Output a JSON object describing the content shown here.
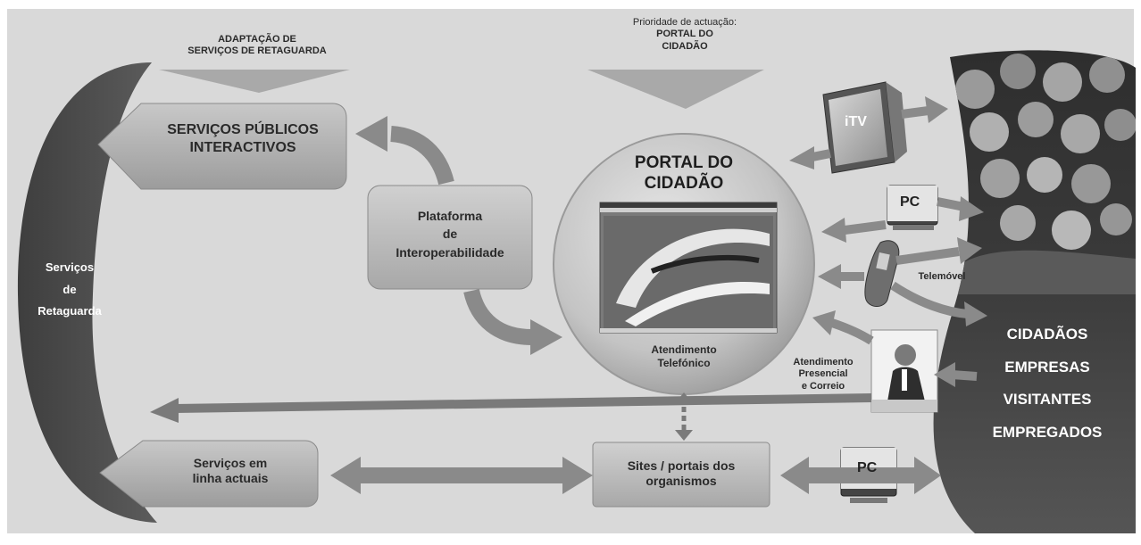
{
  "top_labels": {
    "backoffice_adaptation": [
      "ADAPTAÇÃO DE",
      "SERVIÇOS DE RETAGUARDA"
    ],
    "priority_caption": "Prioridade de actuação:",
    "priority_target": [
      "PORTAL DO",
      "CIDADÃO"
    ]
  },
  "backoffice": {
    "label": [
      "Serviços",
      "de",
      "Retaguarda"
    ]
  },
  "interactive_services": {
    "label": [
      "SERVIÇOS PÚBLICOS",
      "INTERACTIVOS"
    ]
  },
  "interoperability": {
    "label": [
      "Plataforma",
      "de",
      "Interoperabilidade"
    ]
  },
  "portal": {
    "title": [
      "PORTAL DO",
      "CIDADÃO"
    ],
    "phone_service": [
      "Atendimento",
      "Telefónico"
    ]
  },
  "channels": {
    "itv": "iTV",
    "pc": "PC",
    "mobile": "Telemóvel",
    "in_person": [
      "Atendimento",
      "Presencial",
      "e Correio"
    ],
    "pc_bottom": "PC"
  },
  "audience": {
    "items": [
      "CIDADÃOS",
      "EMPRESAS",
      "VISITANTES",
      "EMPREGADOS"
    ]
  },
  "online_services": {
    "label": [
      "Serviços em",
      "linha actuais"
    ]
  },
  "org_sites": {
    "label": [
      "Sites / portais dos",
      "organismos"
    ]
  },
  "colors": {
    "background": "#d9d9d9",
    "dark_shape": "#4f4f4f",
    "box": "#bcbcbc",
    "arrow": "#8c8c8c",
    "text": "#2a2a2a"
  }
}
